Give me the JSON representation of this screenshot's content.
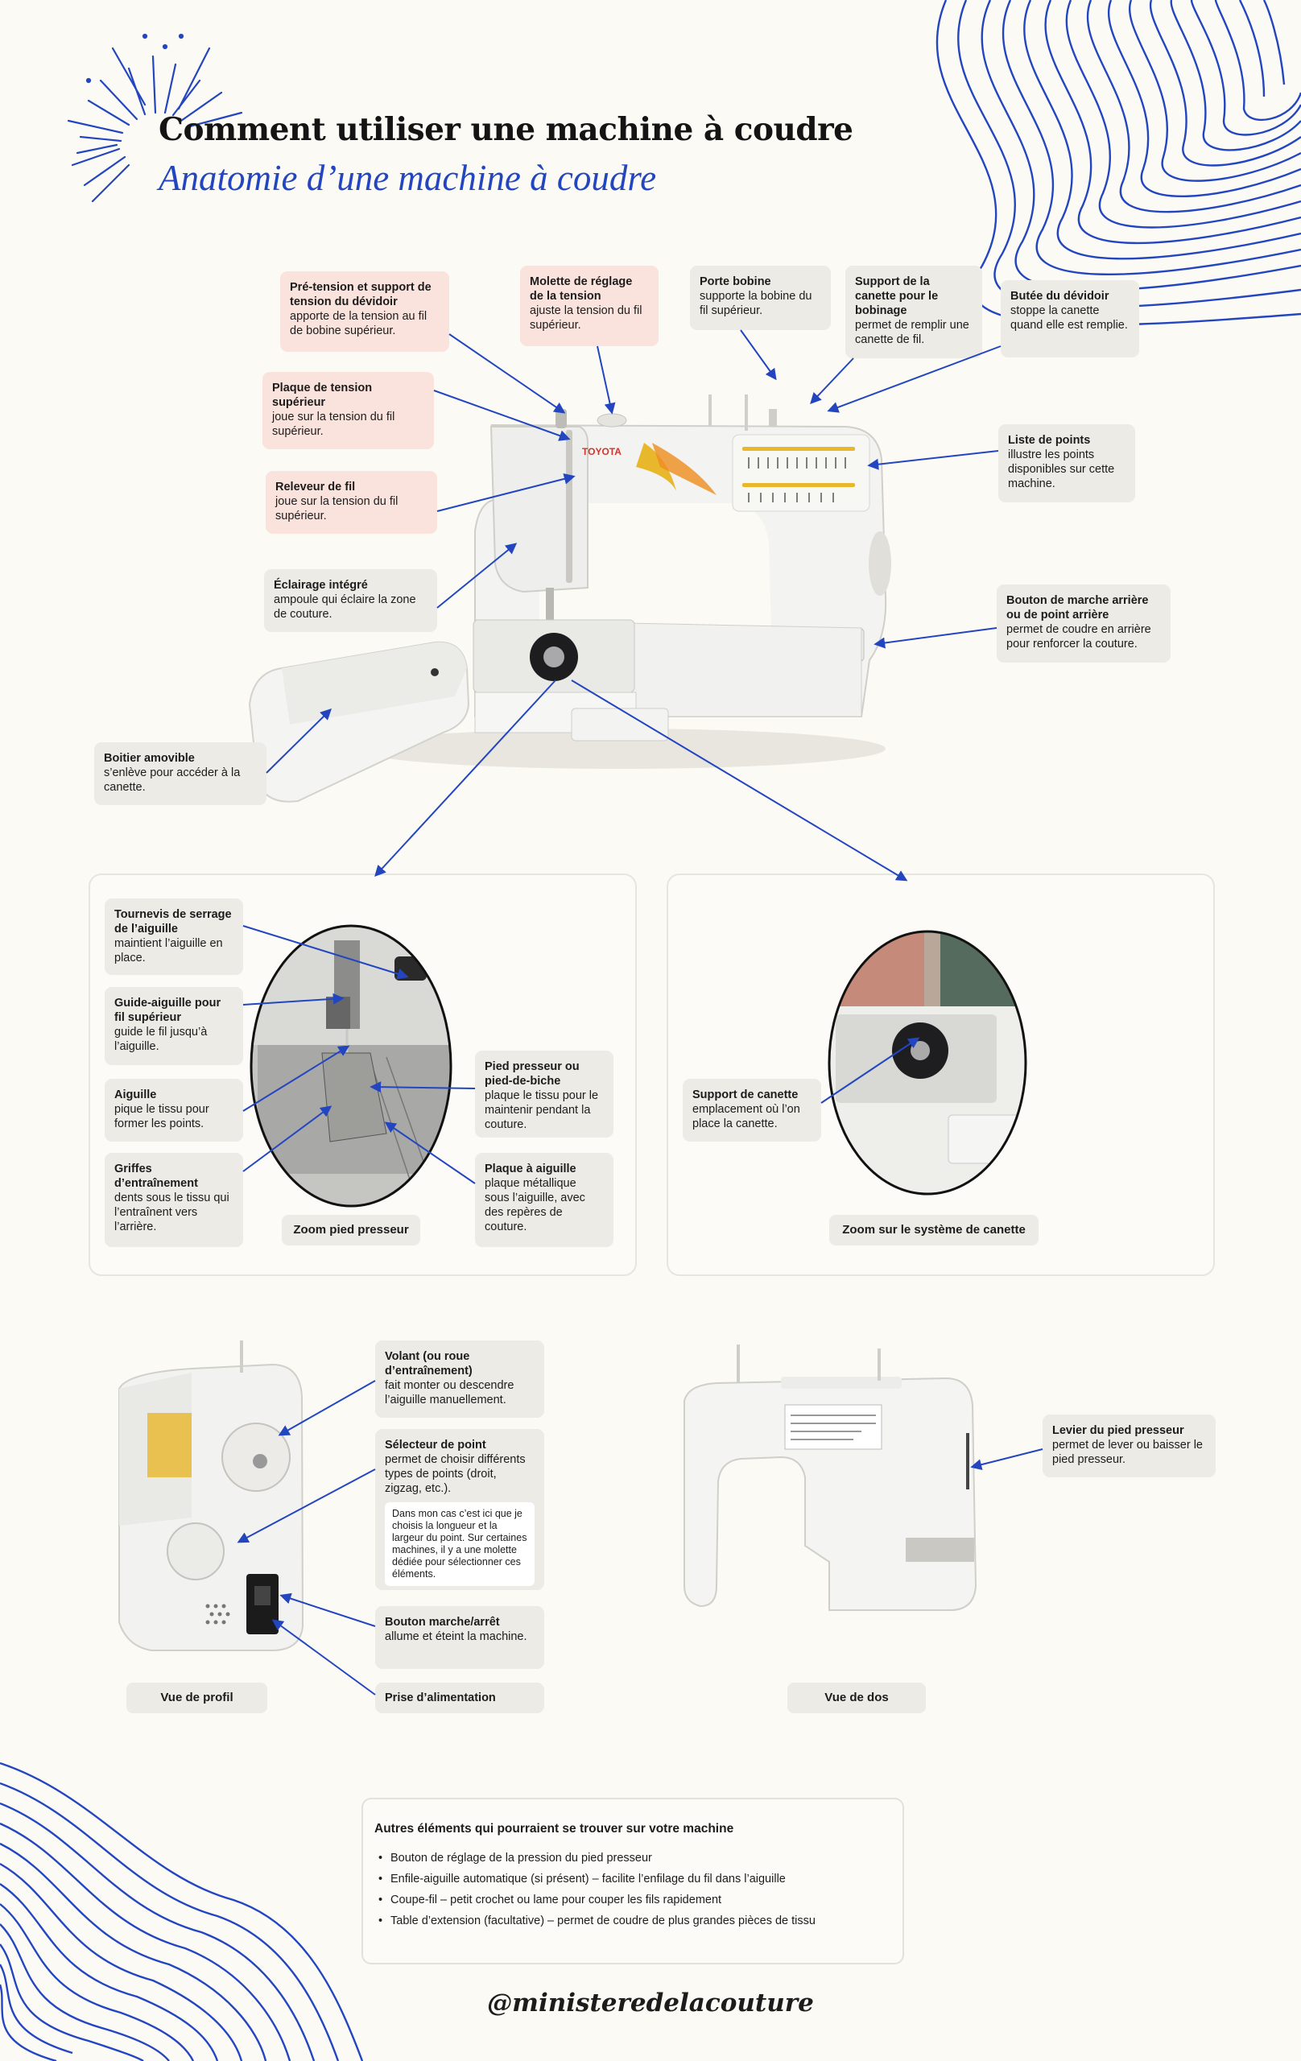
{
  "header": {
    "title": "Comment utiliser une machine à coudre",
    "subtitle": "Anatomie d’une machine à coudre"
  },
  "machine": {
    "brand": "TOYOTA"
  },
  "callouts": {
    "pretension": {
      "title": "Pré-tension et support de tension du dévidoir",
      "desc": "apporte de la tension au fil de bobine supérieur."
    },
    "molette": {
      "title": "Molette de réglage de la tension",
      "desc": "ajuste la tension du fil supérieur."
    },
    "porte_bobine": {
      "title": "Porte bobine",
      "desc": "supporte la bobine du fil supérieur."
    },
    "support_canette_bobinage": {
      "title": "Support de la canette pour le bobinage",
      "desc": "permet de remplir une canette de fil."
    },
    "butee": {
      "title": "Butée du dévidoir",
      "desc": "stoppe la canette quand elle est remplie."
    },
    "plaque_tension": {
      "title": "Plaque de tension supérieur",
      "desc": "joue sur la tension du fil supérieur."
    },
    "releveur": {
      "title": "Releveur de fil",
      "desc": "joue sur la tension du fil supérieur."
    },
    "liste_points": {
      "title": "Liste de points",
      "desc": "illustre les points disponibles sur cette machine."
    },
    "eclairage": {
      "title": "Éclairage intégré",
      "desc": "ampoule qui éclaire la zone de couture."
    },
    "marche_arriere": {
      "title": "Bouton de marche arrière ou de point arrière",
      "desc": "permet de coudre en arrière pour renforcer la couture."
    },
    "boitier": {
      "title": "Boitier amovible",
      "desc": "s’enlève pour accéder à la canette."
    }
  },
  "zoom_presser": {
    "label": "Zoom pied presseur",
    "tournevis": {
      "title": "Tournevis de serrage de l’aiguille",
      "desc": "maintient l’aiguille en place."
    },
    "guide": {
      "title": "Guide-aiguille pour fil supérieur",
      "desc": "guide le fil jusqu’à l’aiguille."
    },
    "aiguille": {
      "title": "Aiguille",
      "desc": "pique le tissu pour former les points."
    },
    "griffes": {
      "title": "Griffes d’entraînement",
      "desc": "dents sous le tissu qui l’entraînent vers l’arrière."
    },
    "pied": {
      "title": "Pied presseur ou pied-de-biche",
      "desc": "plaque le tissu pour le maintenir pendant la couture."
    },
    "plaque": {
      "title": "Plaque à aiguille",
      "desc": "plaque métallique sous l’aiguille, avec des repères de couture."
    }
  },
  "zoom_canette": {
    "label": "Zoom sur le système de canette",
    "support": {
      "title": "Support de canette",
      "desc": "emplacement où l’on place la canette."
    }
  },
  "profile": {
    "label": "Vue de profil",
    "volant": {
      "title": "Volant (ou roue d’entraînement)",
      "desc": "fait monter ou descendre l’aiguille manuellement."
    },
    "selecteur": {
      "title": "Sélecteur de point",
      "desc": "permet de choisir différents types de points (droit, zigzag, etc.).",
      "note": "Dans mon cas c’est ici que je choisis la longueur et la largeur du point. Sur certaines machines, il y a une molette dédiée pour sélectionner ces éléments."
    },
    "marche_arret": {
      "title": "Bouton marche/arrêt",
      "desc": "allume et éteint la machine."
    },
    "prise": {
      "title": "Prise d’alimentation"
    }
  },
  "back": {
    "label": "Vue de dos",
    "levier": {
      "title": "Levier du pied presseur",
      "desc": "permet de lever ou baisser le pied presseur."
    }
  },
  "others": {
    "heading": "Autres éléments qui pourraient se trouver sur votre machine",
    "items": [
      "Bouton de réglage de la pression du pied presseur",
      "Enfile-aiguille automatique (si présent) – facilite l’enfilage du fil dans l’aiguille",
      "Coupe-fil – petit crochet ou lame pour couper les fils rapidement",
      "Table d’extension (facultative) – permet de coudre de plus grandes pièces de tissu"
    ]
  },
  "footer": {
    "handle": "@ministeredelacouture"
  },
  "colors": {
    "accent": "#2346c0",
    "box_grey": "#ecebe6",
    "box_pink": "#fbe3dd",
    "stitch_yellow": "#e8b72c",
    "stitch_orange": "#ee8c1e"
  }
}
